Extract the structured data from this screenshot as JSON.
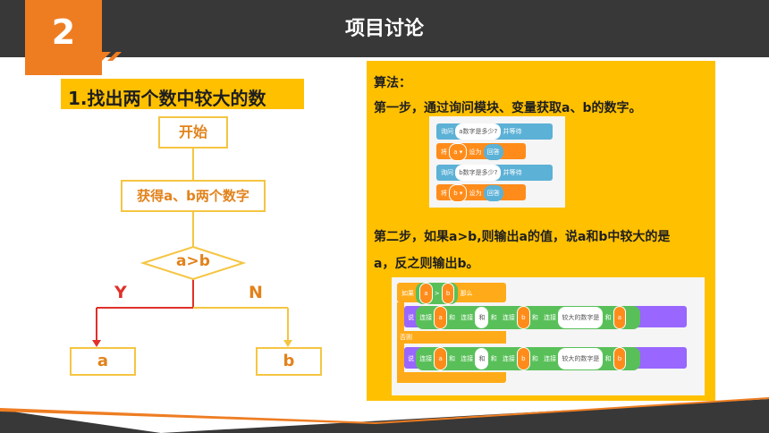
{
  "header": {
    "section_number": "2",
    "title": "项目讨论"
  },
  "subtitle": "1.找出两个数中较大的数",
  "flowchart": {
    "start": "开始",
    "input": "获得a、b两个数字",
    "decision": "a>b",
    "yes_label": "Y",
    "no_label": "N",
    "out_yes": "a",
    "out_no": "b"
  },
  "algorithm": {
    "title": "算法：",
    "step1": "第一步，通过询问模块、变量获取a、b的数字。",
    "step2_line1": "第二步，如果a>b,则输出a的值，说a和b中较大的是",
    "step2_line2": "a，反之则输出b。"
  },
  "code1": {
    "ask_a": "询问",
    "ask_a_text": "a数字是多少?",
    "ask_wait": "并等待",
    "set": "将",
    "var_a": "a ▾",
    "set_to": "设为",
    "answer": "回答",
    "ask_b_text": "b数字是多少?",
    "var_b": "b ▾"
  },
  "code2": {
    "if": "如果",
    "a": "a",
    "gt": ">",
    "b": "b",
    "then": "那么",
    "else": "否则",
    "say": "说",
    "join": "连接",
    "and": "和",
    "larger_is": "较大的数字是"
  },
  "colors": {
    "accent_orange": "#ee7d22",
    "panel_yellow": "#ffc000",
    "header_dark": "#383838",
    "flow_border": "#f5c542",
    "flow_text": "#e2821b",
    "yes_red": "#e0302a"
  }
}
